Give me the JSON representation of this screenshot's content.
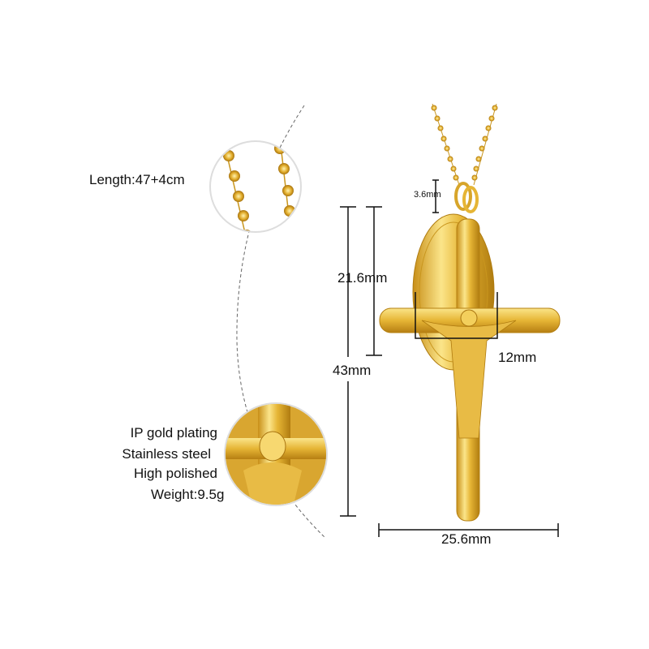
{
  "specs": {
    "length": "Length:47+4cm",
    "plating": "IP gold plating",
    "material": "Stainless steel",
    "finish": "High polished",
    "weight": "Weight:9.5g"
  },
  "dimensions": {
    "bail": "3.6mm",
    "medal_height": "21.6mm",
    "total_height": "43mm",
    "figure_width": "12mm",
    "total_width": "25.6mm"
  },
  "colors": {
    "gold": "#e0b030",
    "gold_light": "#fbe58a",
    "gold_dark": "#b07c10"
  }
}
